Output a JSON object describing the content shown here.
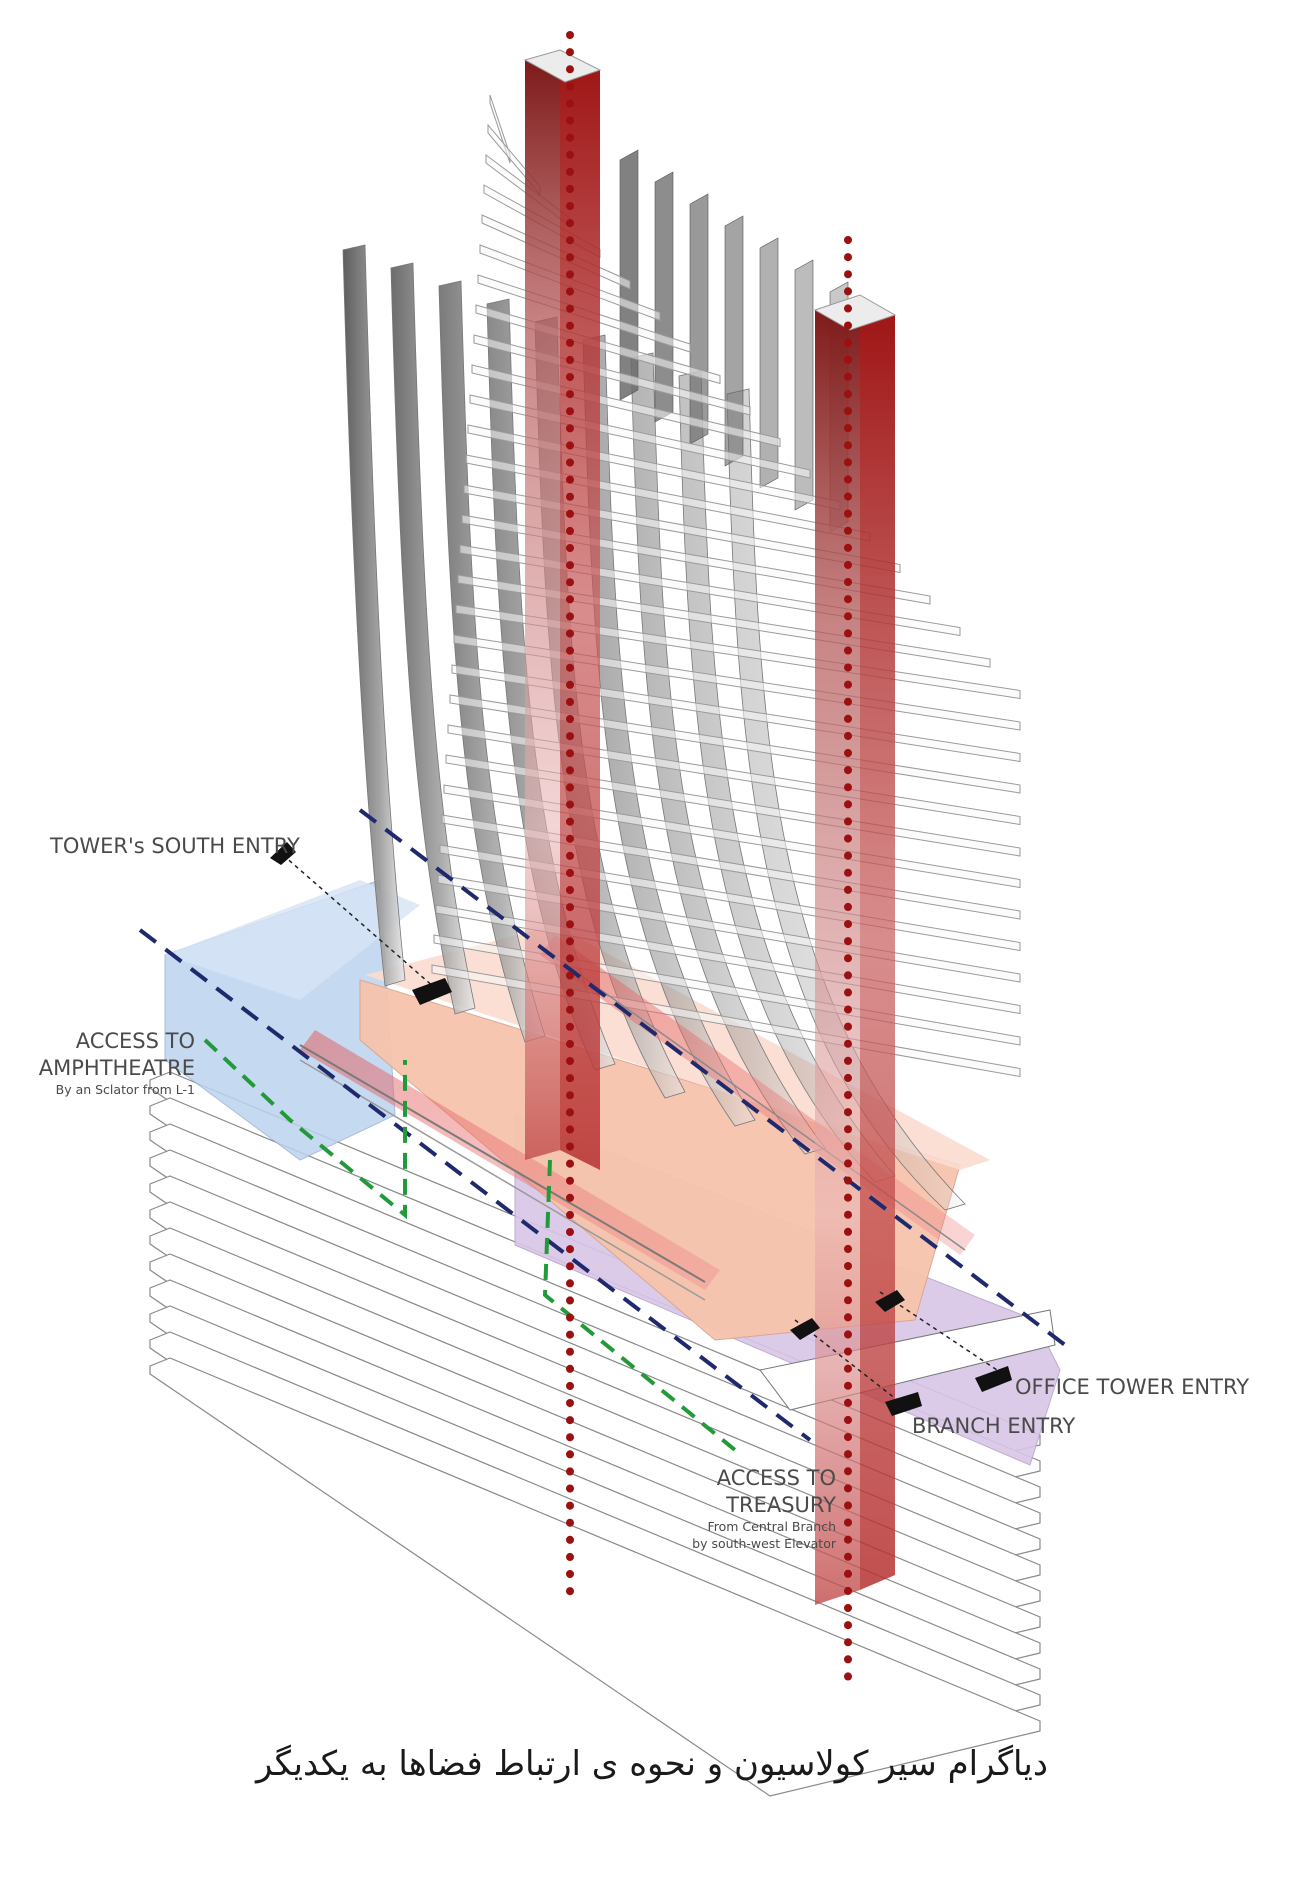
{
  "caption": "دیاگرام سیر کولاسیون و نحوه ی ارتباط فضاها به یکدیگر",
  "labels": {
    "south_entry": "TOWER's SOUTH ENTRY",
    "amph_l1": "ACCESS TO",
    "amph_l2": "AMPHTHEATRE",
    "amph_sub": "By an Sclator from L-1",
    "office_entry": "OFFICE TOWER ENTRY",
    "branch_entry": "BRANCH ENTRY",
    "treasury_l1": "ACCESS TO",
    "treasury_l2": "TREASURY",
    "treasury_sub1": "From Central Branch",
    "treasury_sub2": "by south-west Elevator"
  },
  "colors": {
    "red_core": "#8b1a1a",
    "red_dots": "#9b1010",
    "navy_dash": "#1f2a6e",
    "green_dash": "#239a3a",
    "podium_peach": "#f6c4ad",
    "podium_blue": "#bcd3ee",
    "podium_purple": "#d8c6e6",
    "slab_line": "#8a8a8a",
    "fin_dark": "#5e5e5e"
  }
}
